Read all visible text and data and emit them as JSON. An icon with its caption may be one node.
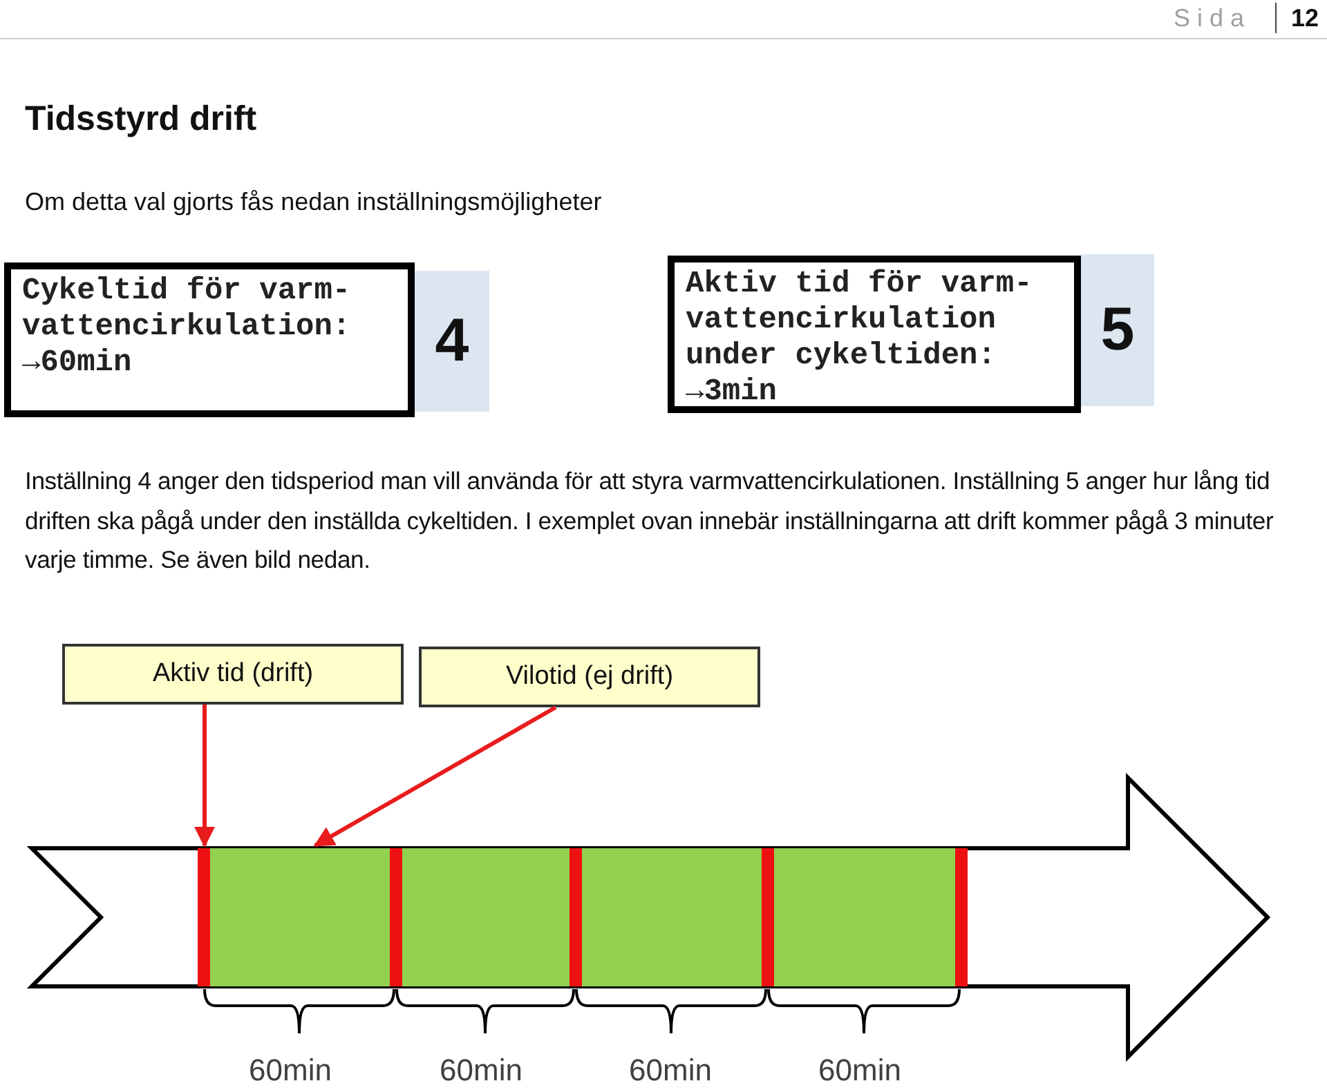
{
  "diagram": {
    "title": "Tidsstyrd drift",
    "nodes": [
      {
        "text": [
          "Cykeltid för varm- vattencirkulation: →60min"
        ]
      },
      {
        "text": [
          "4"
        ]
      },
      {
        "text": [
          "Aktiv tid för varm- vattencirkulation under cykeltiden: →3min"
        ]
      },
      {
        "text": [
          "5"
        ]
      },
      {
        "text": [
          "Aktiv tid (drift)"
        ]
      },
      {
        "text": [
          "Vilotid (ej drift)"
        ]
      },
      {
        "text": [],
        "shape": "bar"
      },
      {
        "text": [],
        "shape": "box"
      },
      {
        "text": [],
        "shape": "bar"
      },
      {
        "text": [],
        "shape": "box"
      },
      {
        "text": [],
        "shape": "bar"
      },
      {
        "text": [],
        "shape": "box"
      },
      {
        "text": [],
        "shape": "bar"
      },
      {
        "text": [],
        "shape": "box"
      },
      {
        "text": [],
        "shape": "bar"
      }
    ],
    "edges": [
      {
        "from": 4,
        "to": 6,
        "arrow": "to"
      },
      {
        "from": 5,
        "to": 7,
        "arrow": "to"
      }
    ],
    "labels": [
      "Sida",
      "12",
      "Om detta val gjorts fås nedan inställningsmöjligheter",
      "Inställning 4 anger den tidsperiod man vill använda för att styra varmvattencirkulationen. Inställning 5 anger hur lång tid driften ska pågå under den inställda cykeltiden. I exemplet ovan innebär inställningarna att drift kommer pågå 3 minuter varje timme. Se även bild nedan.",
      "60min",
      "60min",
      "60min",
      "60min"
    ]
  }
}
